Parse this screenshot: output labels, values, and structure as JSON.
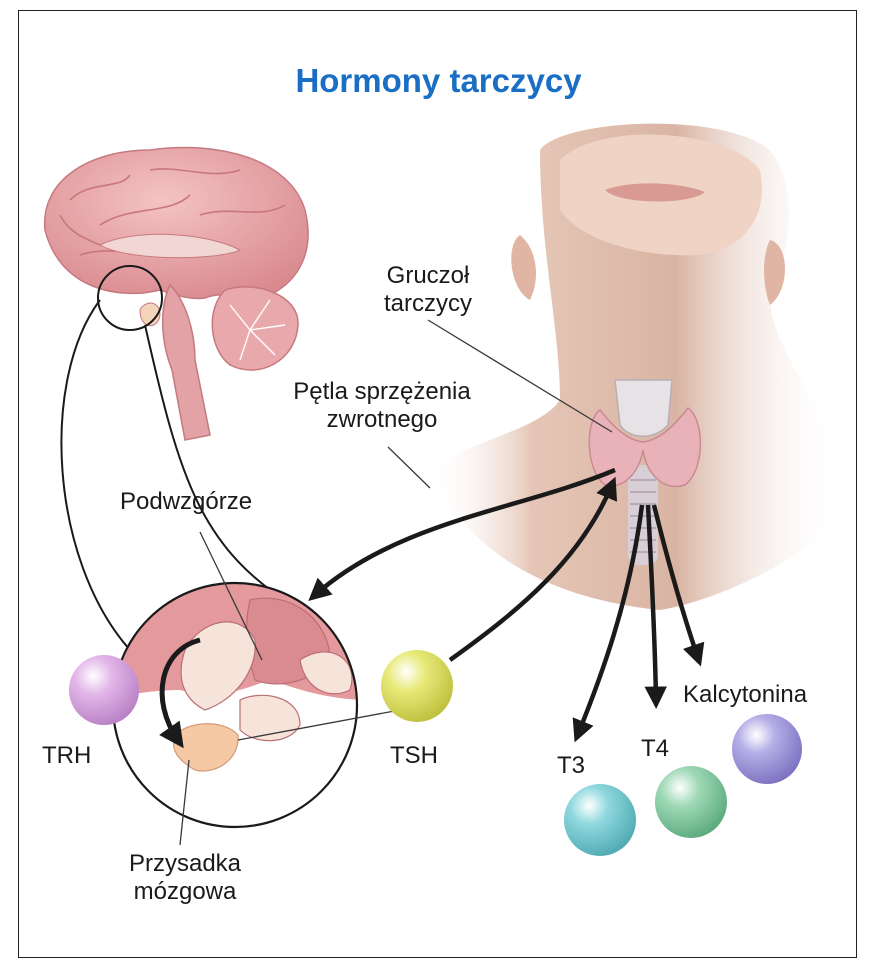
{
  "title": "Hormony tarczycy",
  "labels": {
    "thyroid_line1": "Gruczoł",
    "thyroid_line2": "tarczycy",
    "feedback_line1": "Pętla sprzężenia",
    "feedback_line2": "zwrotnego",
    "hypothalamus": "Podwzgórze",
    "pituitary_line1": "Przysadka",
    "pituitary_line2": "mózgowa",
    "trh": "TRH",
    "tsh": "TSH",
    "t3": "T3",
    "t4": "T4",
    "calcitonin": "Kalcytonina"
  },
  "colors": {
    "title": "#1a6fc4",
    "trh": "#e3b7e9",
    "tsh": "#e8ea7a",
    "t3": "#8fd8de",
    "t4": "#9fd9b6",
    "calcitonin": "#b5aee6",
    "brain": "#e9a3a5",
    "skin": "#ecd2c3",
    "thyroid": "#e9b2b8"
  }
}
